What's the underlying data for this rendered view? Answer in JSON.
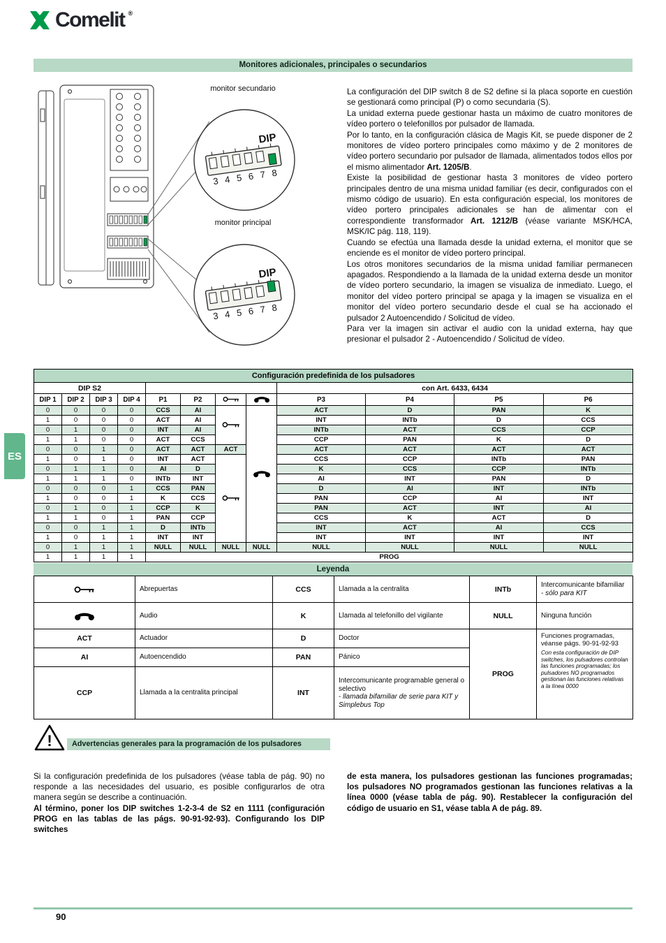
{
  "brand": {
    "name": "Comelit",
    "reg": "®"
  },
  "page": {
    "number": "90",
    "language_tab": "ES"
  },
  "colors": {
    "accent_green": "#009b4a",
    "bar_green": "#b7d9c6",
    "row_shade": "#dcebe2"
  },
  "title": "Monitores adicionales, principales o secundarios",
  "diagram": {
    "label_secondary": "monitor secundario",
    "label_principal": "monitor principal",
    "dip_label": "DIP",
    "dip_numbers": [
      "3",
      "4",
      "5",
      "6",
      "7",
      "8"
    ]
  },
  "body": {
    "paragraphs": [
      [
        {
          "t": "La configuración del DIP switch 8 de S2 define si la placa soporte en cuestión se gestionará como principal (P) o como secundaria (S)."
        }
      ],
      [
        {
          "t": "La unidad externa puede gestionar hasta un máximo de cuatro monitores de vídeo portero o telefonillos por pulsador de llamada."
        }
      ],
      [
        {
          "t": "Por lo tanto, en la configuración clásica de Magis Kit, se puede disponer de 2 monitores de vídeo portero principales como máximo y de 2 monitores de vídeo portero secundario por pulsador de llamada, alimentados todos ellos por el mismo alimentador "
        },
        {
          "t": "Art. 1205/B",
          "b": true
        },
        {
          "t": "."
        }
      ],
      [
        {
          "t": "Existe la posibilidad de gestionar hasta 3 monitores de vídeo portero principales dentro de una misma unidad familiar (es decir, configurados con el mismo código de usuario). En esta configuración especial, los monitores de vídeo portero principales adicionales se han de alimentar con el correspondiente transformador "
        },
        {
          "t": "Art. 1212/B",
          "b": true
        },
        {
          "t": " (véase variante MSK/HCA, MSK/IC pág. 118, 119)."
        }
      ],
      [
        {
          "t": "Cuando se efectúa una llamada desde la unidad externa, el monitor que se enciende es el monitor de vídeo portero principal."
        }
      ],
      [
        {
          "t": "Los otros monitores secundarios de la misma unidad familiar permanecen apagados. Respondiendo a la llamada de la unidad externa desde un monitor de vídeo portero secundario, la imagen se visualiza de inmediato. Luego, el monitor del vídeo portero principal se apaga y la imagen se visualiza en el monitor del vídeo portero secundario desde el cual se ha accionado el pulsador 2 Autoencendido / Solicitud de vídeo."
        }
      ],
      [
        {
          "t": "Para ver la imagen sin activar el audio con la unidad externa, hay que presionar el pulsador 2 - Autoencendido / Solicitud de vídeo."
        }
      ]
    ]
  },
  "config_table": {
    "title": "Configuración predefinida de los pulsadores",
    "group_left": "DIP S2",
    "group_right": "con Art. 6433, 6434",
    "columns": [
      "DIP 1",
      "DIP 2",
      "DIP 3",
      "DIP 4",
      "P1",
      "P2",
      "icon:key-icon",
      "icon:phone-icon",
      "P3",
      "P4",
      "P5",
      "P6"
    ],
    "merges": {
      "key_top_rows": 4,
      "key_bottom_rows": 9,
      "phone_rows": 14
    },
    "rows": [
      {
        "dip": [
          "0",
          "0",
          "0",
          "0"
        ],
        "p1": "CCS",
        "p2": "AI",
        "p3": "ACT",
        "p4": "D",
        "p5": "PAN",
        "p6": "K"
      },
      {
        "dip": [
          "1",
          "0",
          "0",
          "0"
        ],
        "p1": "ACT",
        "p2": "AI",
        "p3": "INT",
        "p4": "INTb",
        "p5": "D",
        "p6": "CCS"
      },
      {
        "dip": [
          "0",
          "1",
          "0",
          "0"
        ],
        "p1": "INT",
        "p2": "AI",
        "p3": "INTb",
        "p4": "ACT",
        "p5": "CCS",
        "p6": "CCP"
      },
      {
        "dip": [
          "1",
          "1",
          "0",
          "0"
        ],
        "p1": "ACT",
        "p2": "CCS",
        "p3": "CCP",
        "p4": "PAN",
        "p5": "K",
        "p6": "D"
      },
      {
        "dip": [
          "0",
          "0",
          "1",
          "0"
        ],
        "p1": "ACT",
        "p2": "ACT",
        "mid_key": "ACT",
        "p3": "ACT",
        "p4": "ACT",
        "p5": "ACT",
        "p6": "ACT"
      },
      {
        "dip": [
          "1",
          "0",
          "1",
          "0"
        ],
        "p1": "INT",
        "p2": "ACT",
        "p3": "CCS",
        "p4": "CCP",
        "p5": "INTb",
        "p6": "PAN"
      },
      {
        "dip": [
          "0",
          "1",
          "1",
          "0"
        ],
        "p1": "AI",
        "p2": "D",
        "p3": "K",
        "p4": "CCS",
        "p5": "CCP",
        "p6": "INTb"
      },
      {
        "dip": [
          "1",
          "1",
          "1",
          "0"
        ],
        "p1": "INTb",
        "p2": "INT",
        "p3": "AI",
        "p4": "INT",
        "p5": "PAN",
        "p6": "D"
      },
      {
        "dip": [
          "0",
          "0",
          "0",
          "1"
        ],
        "p1": "CCS",
        "p2": "PAN",
        "p3": "D",
        "p4": "AI",
        "p5": "INT",
        "p6": "INTb"
      },
      {
        "dip": [
          "1",
          "0",
          "0",
          "1"
        ],
        "p1": "K",
        "p2": "CCS",
        "p3": "PAN",
        "p4": "CCP",
        "p5": "AI",
        "p6": "INT"
      },
      {
        "dip": [
          "0",
          "1",
          "0",
          "1"
        ],
        "p1": "CCP",
        "p2": "K",
        "p3": "PAN",
        "p4": "ACT",
        "p5": "INT",
        "p6": "AI"
      },
      {
        "dip": [
          "1",
          "1",
          "0",
          "1"
        ],
        "p1": "PAN",
        "p2": "CCP",
        "p3": "CCS",
        "p4": "K",
        "p5": "ACT",
        "p6": "D"
      },
      {
        "dip": [
          "0",
          "0",
          "1",
          "1"
        ],
        "p1": "D",
        "p2": "INTb",
        "p3": "INT",
        "p4": "ACT",
        "p5": "AI",
        "p6": "CCS"
      },
      {
        "dip": [
          "1",
          "0",
          "1",
          "1"
        ],
        "p1": "INT",
        "p2": "INT",
        "p3": "INT",
        "p4": "INT",
        "p5": "INT",
        "p6": "INT"
      },
      {
        "dip": [
          "0",
          "1",
          "1",
          "1"
        ],
        "p1": "NULL",
        "p2": "NULL",
        "mid_key": "NULL",
        "mid_phone": "NULL",
        "p3": "NULL",
        "p4": "NULL",
        "p5": "NULL",
        "p6": "NULL"
      },
      {
        "dip": [
          "1",
          "1",
          "1",
          "1"
        ],
        "prog": "PROG"
      }
    ]
  },
  "legend": {
    "title": "Leyenda",
    "key_desc": "Abrepuertas",
    "phone_desc": "Audio",
    "act": "ACT",
    "act_desc": "Actuador",
    "ai": "AI",
    "ai_desc": "Autoencendido",
    "ccp": "CCP",
    "ccp_desc": "Llamada a la centralita principal",
    "ccs": "CCS",
    "ccs_desc": "Llamada a la centralita",
    "k": "K",
    "k_desc": "Llamada al telefonillo del vigilante",
    "d": "D",
    "d_desc": "Doctor",
    "pan": "PAN",
    "pan_desc": "Pánico",
    "int": "INT",
    "int_desc": "Intercomunicante programable general o selectivo",
    "int_desc_italic": "- llamada bifamiliar de serie para KIT y Simplebus Top",
    "intb": "INTb",
    "intb_desc": "Intercomunicante bifamiliar",
    "intb_desc_italic": "- sólo para KIT",
    "null": "NULL",
    "null_desc": "Ninguna función",
    "prog": "PROG",
    "prog_desc": "Funciones programadas, véanse págs. 90-91-92-93",
    "prog_desc_small": "Con esta configuración de DIP switches, los pulsadores controlan las funciones programadas; los pulsadores NO programados gestionan las funciones relativas a la línea 0000"
  },
  "warning": {
    "title": "Advertencias generales para la programación de los pulsadores"
  },
  "bottom": {
    "left": [
      [
        {
          "t": "Si la configuración predefinida de los pulsadores (véase tabla de pág. 90) no responde a las necesidades del usuario, es posible configurarlos de otra manera según se describe a continuación."
        }
      ],
      [
        {
          "t": "Al término, poner los DIP switches 1-2-3-4 de S2 en 1111 (configuración PROG en las tablas de las págs. 90-91-92-93). Configurando los DIP switches",
          "b": true
        }
      ]
    ],
    "right": [
      [
        {
          "t": "de esta manera, los pulsadores gestionan las funciones programadas; los pulsadores NO programados gestionan las funciones relativas a la línea 0000 (véase tabla de pág. 90). Restablecer la configuración del código de usuario en S1, véase tabla A de pág. 89.",
          "b": true
        }
      ]
    ]
  }
}
